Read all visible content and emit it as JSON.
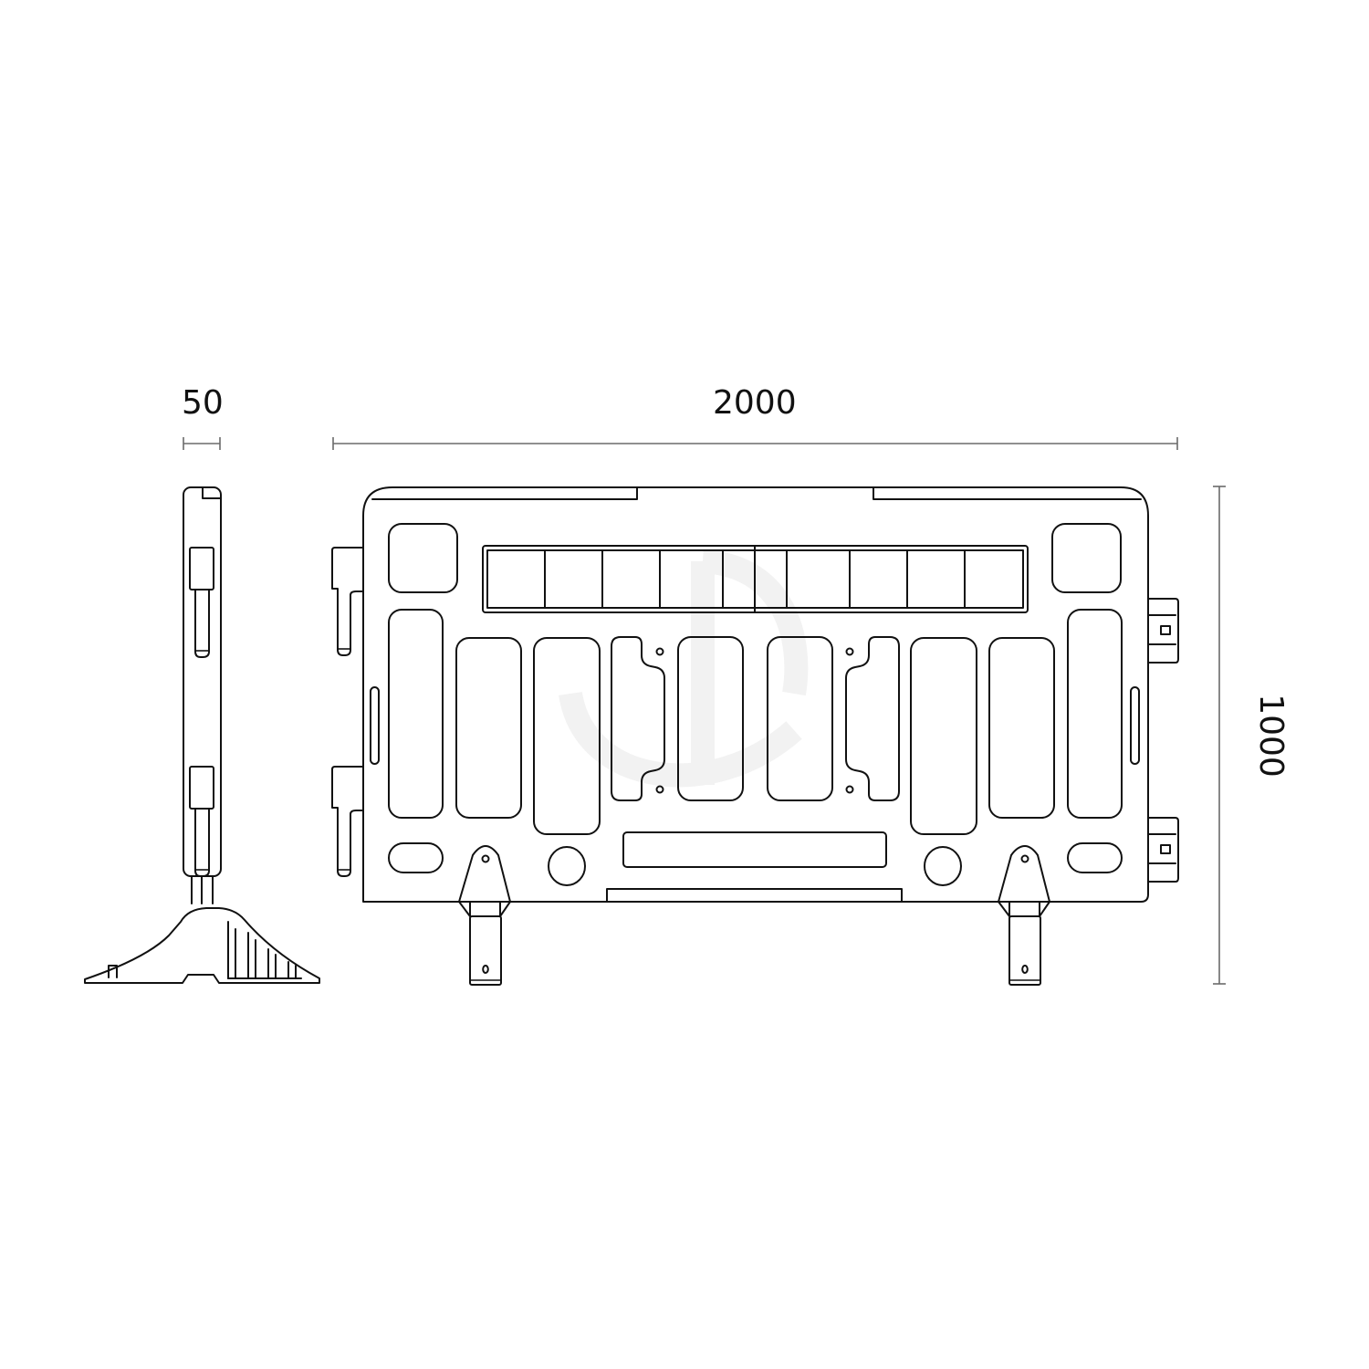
{
  "drawing": {
    "subject": "barrier panel technical drawing",
    "views": [
      "side-view",
      "front-view"
    ],
    "dimensions": {
      "depth": {
        "value": "50",
        "orientation": "horizontal"
      },
      "width": {
        "value": "2000",
        "orientation": "horizontal"
      },
      "height": {
        "value": "1000",
        "orientation": "vertical"
      }
    },
    "colors": {
      "line": "#111111",
      "dimension_line": "#6b6b6b",
      "background": "#ffffff",
      "watermark": "#f2f2f2"
    }
  }
}
